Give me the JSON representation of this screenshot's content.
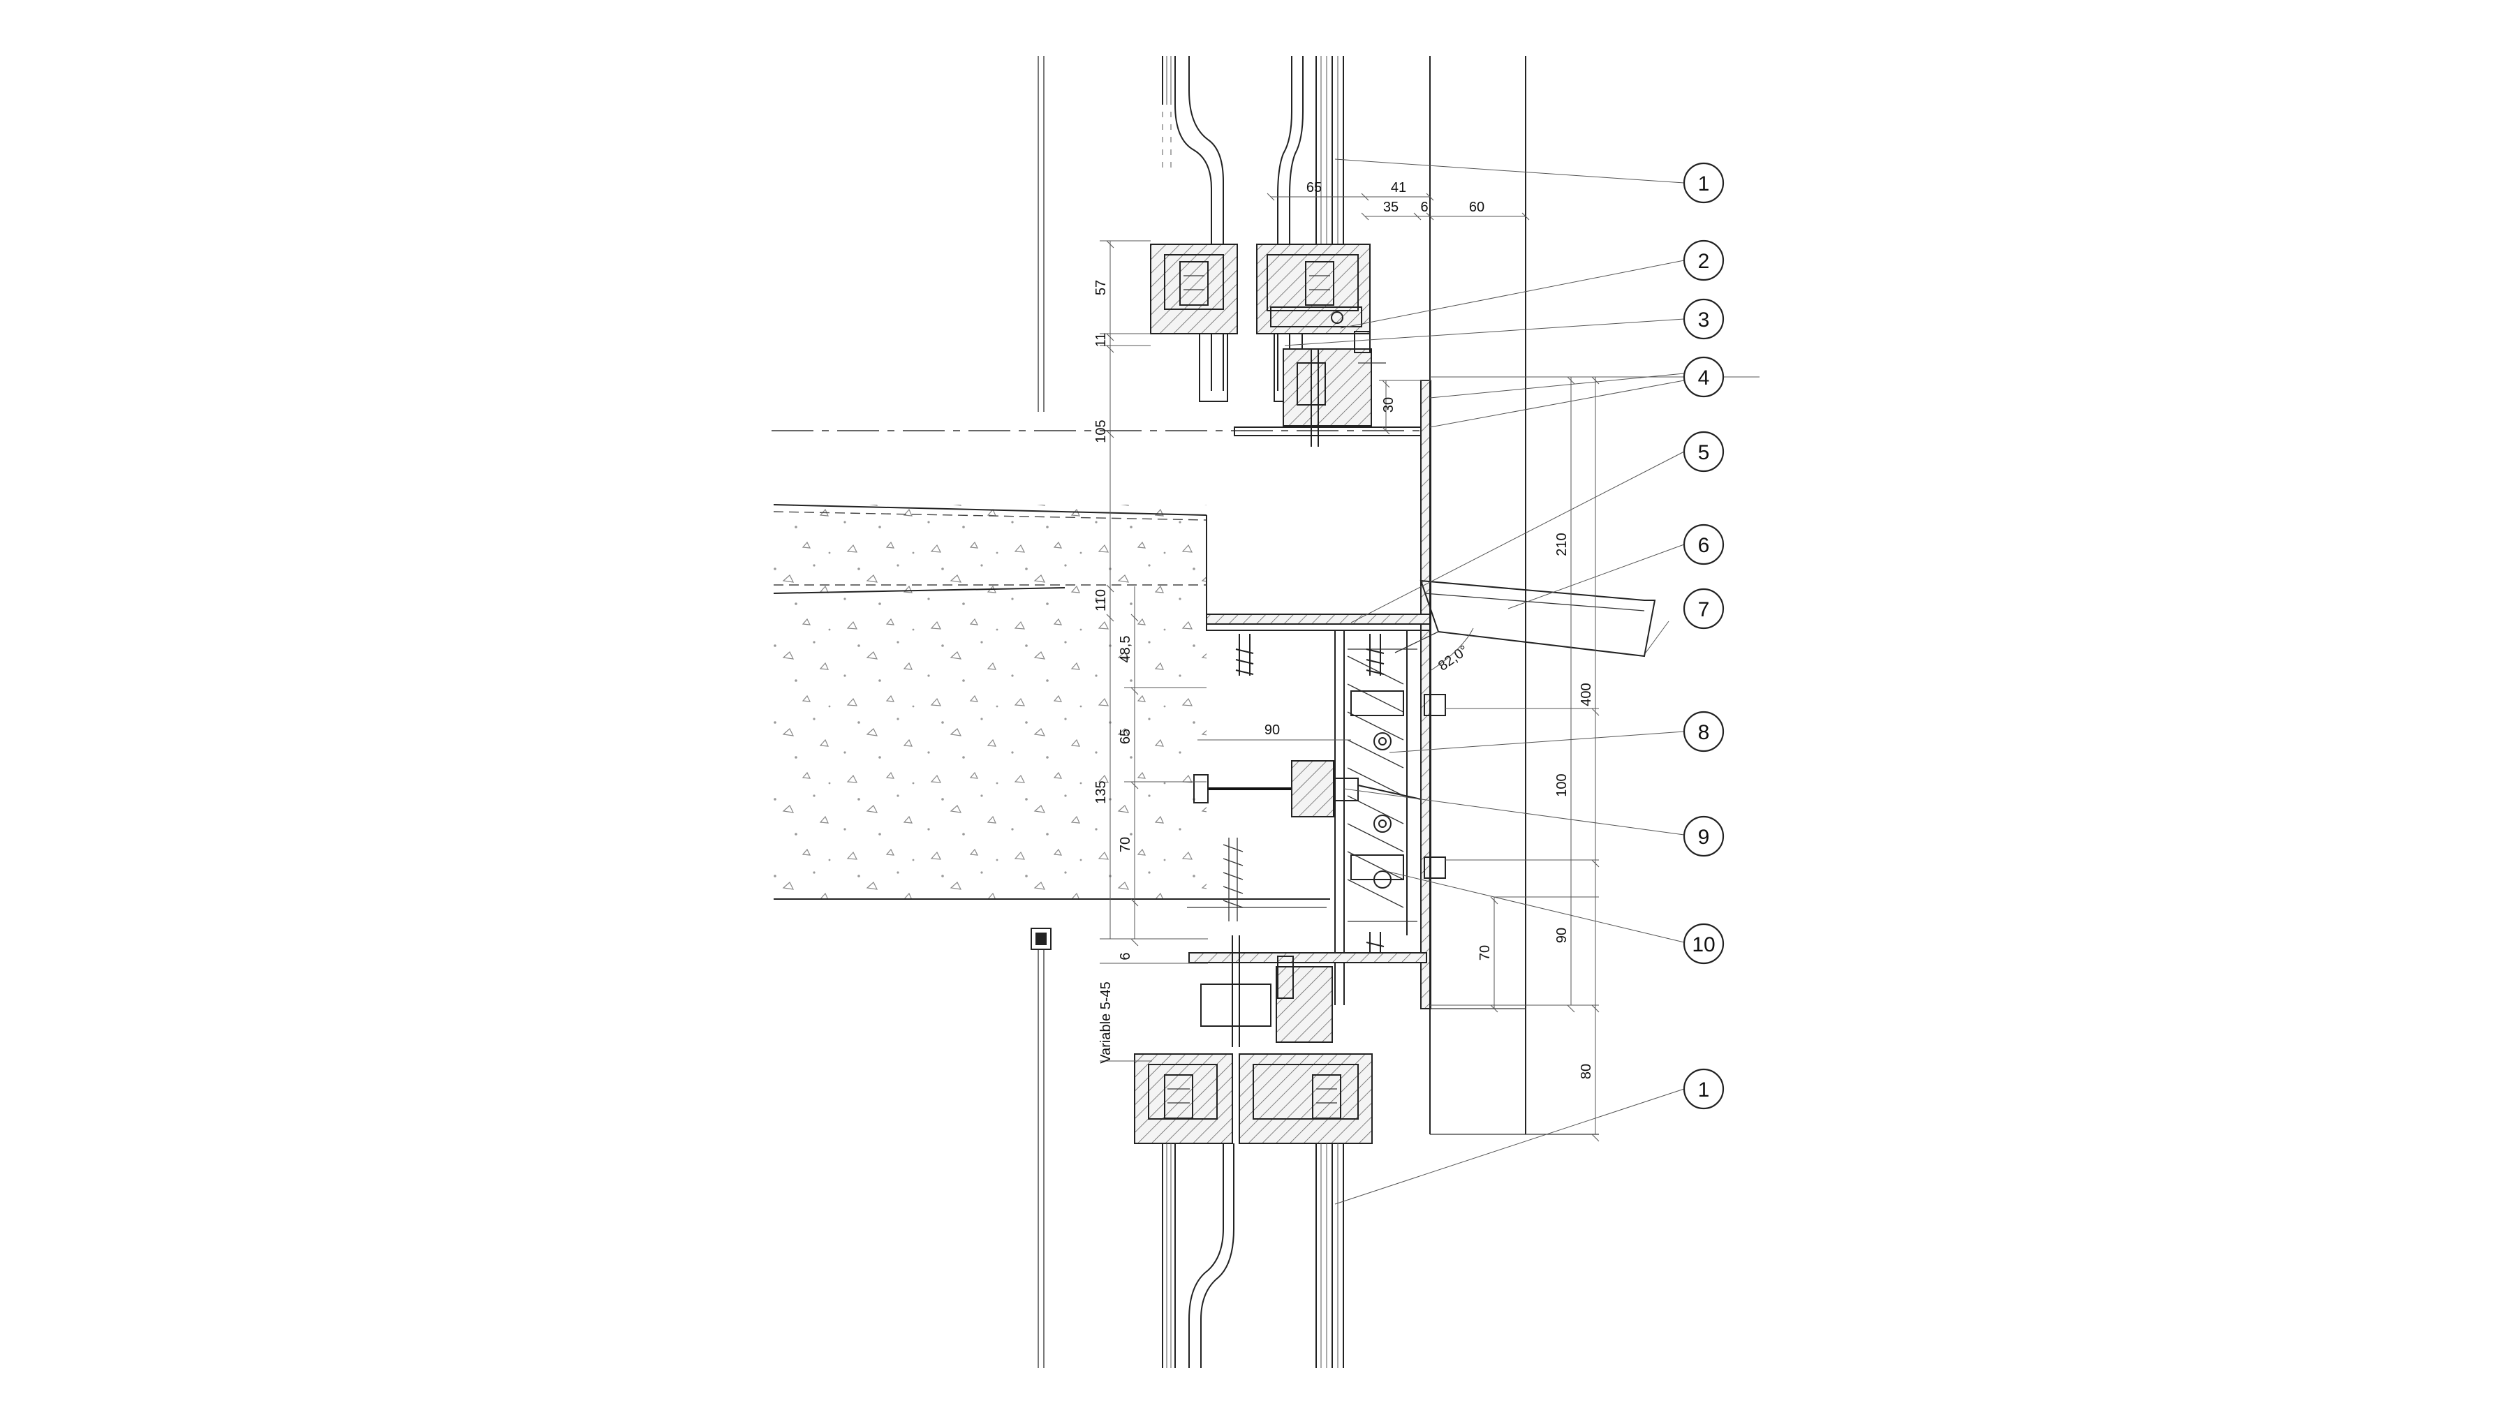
{
  "drawing": {
    "dimensions": {
      "d65": "65",
      "d41": "41",
      "d35": "35",
      "d6a": "6",
      "d60": "60",
      "d57": "57",
      "d11": "11",
      "d30": "30",
      "d105": "105",
      "d210": "210",
      "d110": "110",
      "d48_5": "48,5",
      "d90a": "90",
      "d400": "400",
      "d65b": "65",
      "d135": "135",
      "d100": "100",
      "d70a": "70",
      "d6b": "6",
      "d90b": "90",
      "d70b": "70",
      "d80": "80",
      "variable": "Variable 5-45",
      "angle": "82,0°"
    },
    "callouts": [
      "1",
      "2",
      "3",
      "4",
      "5",
      "6",
      "7",
      "8",
      "9",
      "10",
      "1"
    ]
  }
}
